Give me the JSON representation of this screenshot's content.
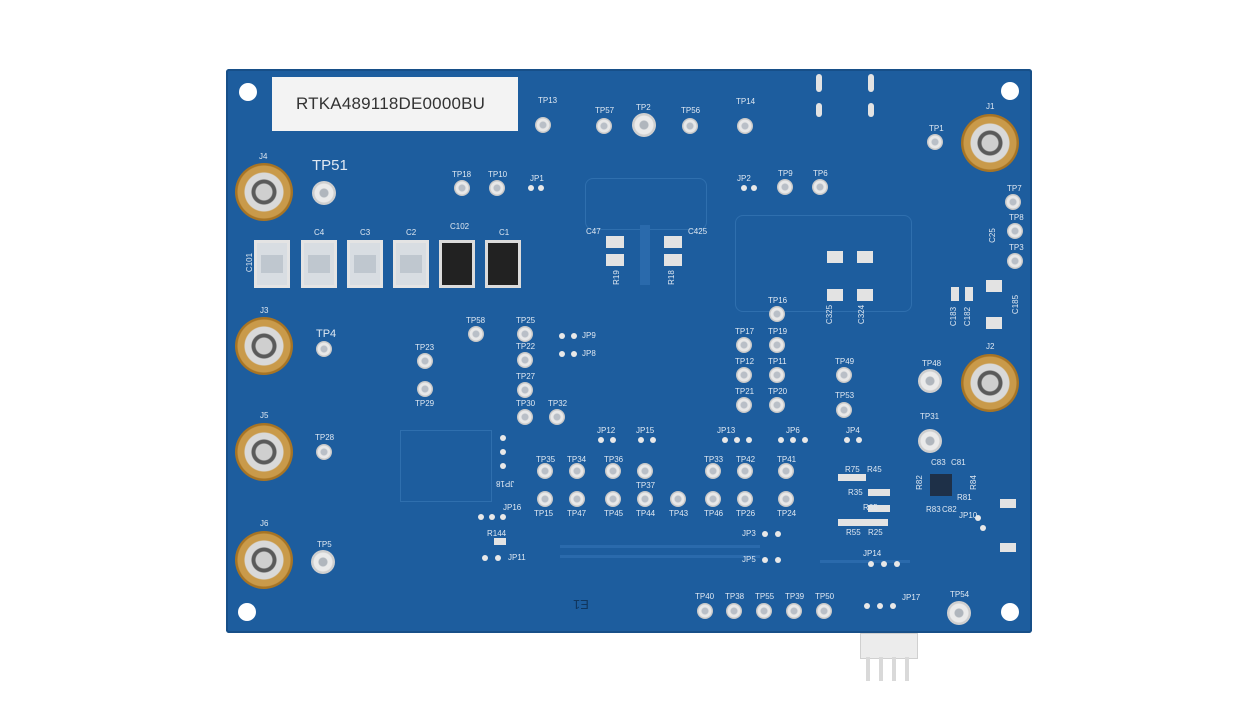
{
  "board": {
    "label": "RTKA489118DE0000BU",
    "tp51_label": "TP51",
    "tp4_label": "TP4",
    "silk_e1": "E1"
  },
  "connectors": [
    "J1",
    "J2",
    "J3",
    "J4",
    "J5",
    "J6"
  ],
  "capacitors": [
    "C101",
    "C4",
    "C3",
    "C2",
    "C102",
    "C1"
  ],
  "test_points": [
    "TP13",
    "TP57",
    "TP2",
    "TP56",
    "TP14",
    "TP1",
    "TP18",
    "TP10",
    "JP1",
    "JP2",
    "TP9",
    "TP6",
    "TP7",
    "TP8",
    "TP3",
    "TP16",
    "TP17",
    "TP19",
    "TP12",
    "TP11",
    "TP21",
    "TP20",
    "TP49",
    "TP48",
    "TP53",
    "TP31",
    "TP58",
    "TP25",
    "TP22",
    "TP27",
    "TP30",
    "TP32",
    "TP23",
    "TP29",
    "TP28",
    "TP5",
    "JP9",
    "JP8",
    "TP35",
    "TP34",
    "TP36",
    "TP37",
    "TP33",
    "TP42",
    "TP41",
    "TP15",
    "TP47",
    "TP45",
    "TP44",
    "TP43",
    "TP46",
    "TP26",
    "TP24",
    "JP12",
    "JP15",
    "JP13",
    "JP6",
    "JP4",
    "JP16",
    "JP11",
    "JP3",
    "JP5",
    "JP14",
    "JP17",
    "JP10",
    "JP18",
    "TP40",
    "TP38",
    "TP55",
    "TP39",
    "TP50",
    "TP54"
  ],
  "smd_labels": [
    "C47",
    "C425",
    "R19",
    "R18",
    "C325",
    "C324",
    "C183",
    "C182",
    "C185",
    "C25",
    "R144",
    "R75",
    "R45",
    "R35",
    "R65",
    "R55",
    "R25",
    "R82",
    "R83",
    "R81",
    "C83",
    "C81",
    "C82",
    "R84"
  ]
}
